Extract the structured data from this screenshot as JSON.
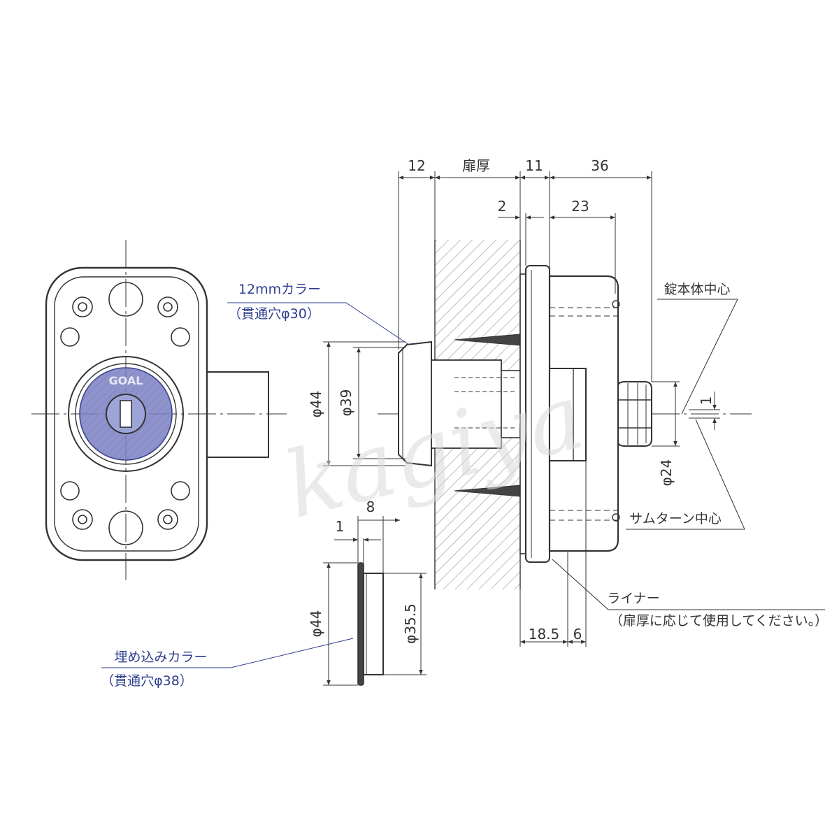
{
  "labels": {
    "collar_12mm": "12mmカラー",
    "collar_12mm_hole": "（貫通穴φ30）",
    "embedded_collar": "埋め込みカラー",
    "embedded_collar_hole": "（貫通穴φ38）",
    "lock_body_center": "錠本体中心",
    "thumbturn_center": "サムターン中心",
    "liner": "ライナー",
    "liner_note": "（扉厚に応じて使用してください。）",
    "brand": "GOAL",
    "watermark": "kagiya"
  },
  "dimensions": {
    "d_12": "12",
    "door_thickness": "扉厚",
    "d_11": "11",
    "d_36": "36",
    "d_2": "2",
    "d_23": "23",
    "dia_44": "φ44",
    "dia_39": "φ39",
    "dia_24": "φ24",
    "d_1_right": "1",
    "d_8": "8",
    "d_1_collar": "1",
    "dia_44_collar": "φ44",
    "dia_35_5": "φ35.5",
    "d_18_5": "18.5",
    "d_6": "6"
  },
  "colors": {
    "line": "#333333",
    "leader_blue": "#2d3e8f",
    "cylinder_fill": "#5b63b8"
  }
}
